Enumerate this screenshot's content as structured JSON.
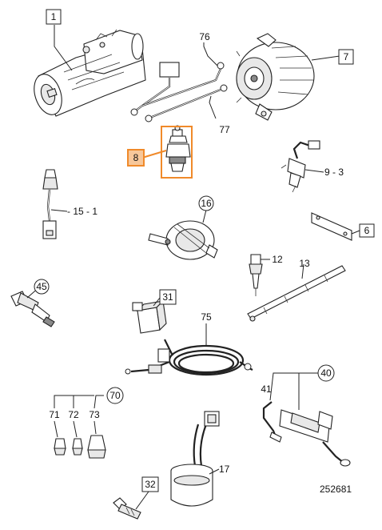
{
  "diagram": {
    "reference_number": "252681",
    "highlighted_callout": "8",
    "callouts": {
      "c1": "1",
      "c76": "76",
      "c7": "7",
      "c77": "77",
      "c8": "8",
      "c9_3": "9 - 3",
      "c15_1": "- 15 - 1",
      "c16": "16",
      "c6": "6",
      "c12": "12",
      "c13": "13",
      "c45": "45",
      "c31": "31",
      "c75": "75",
      "c40": "40",
      "c70": "70",
      "c41": "41",
      "c71": "71",
      "c72": "72",
      "c73": "73",
      "c17": "17",
      "c32": "32"
    }
  }
}
